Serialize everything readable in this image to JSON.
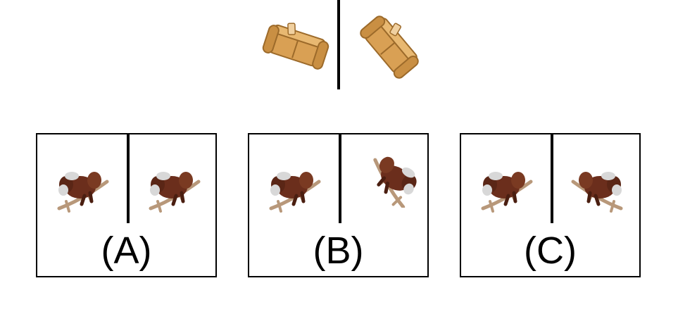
{
  "options": [
    {
      "label": "(A)"
    },
    {
      "label": "(B)"
    },
    {
      "label": "(C)"
    }
  ],
  "icons": {
    "reference_pair": [
      "sofa-icon",
      "sofa-icon"
    ],
    "option_pairs": [
      "rocking-horse-icon",
      "rocking-horse-icon"
    ]
  },
  "colors": {
    "line": "#000000",
    "sofa": "#d9a054",
    "horse_body": "#6b2e1c",
    "horse_base": "#b8987a",
    "saddle": "#d8d8d8"
  }
}
